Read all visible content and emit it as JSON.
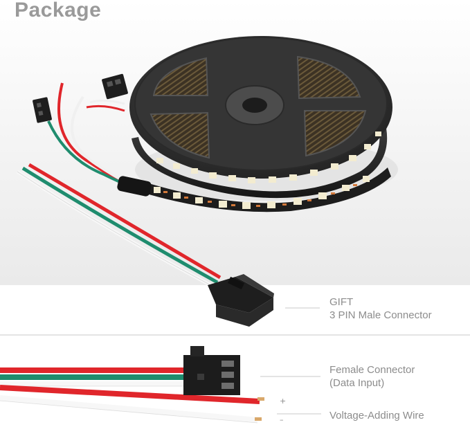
{
  "page": {
    "title": "Package"
  },
  "labels": {
    "gift": "GIFT",
    "gift_item": "3 PIN Male Connector",
    "female_connector": "Female Connector",
    "female_connector_note": "(Data Input)",
    "plus_sign": "+",
    "minus_sign": "–",
    "voltage_wire": "Voltage-Adding Wire"
  },
  "colors": {
    "title_text": "#9a9a9a",
    "label_text": "#8c8c8c",
    "wire_red": "#e0262b",
    "wire_green": "#1f8c6e",
    "wire_white": "#f6f6f6",
    "reel": "#2c2c2c",
    "connector": "#1e1e1e",
    "led": "#f3ecd0",
    "divider": "#dcdcdc",
    "top_background": "#efefef"
  }
}
